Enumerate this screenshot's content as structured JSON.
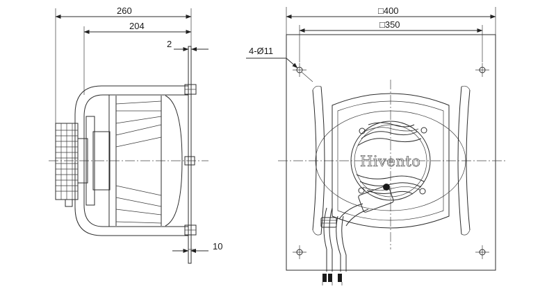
{
  "side_view": {
    "dim_overall_length": "260",
    "dim_impeller_length": "204",
    "dim_plate_thickness": "2",
    "dim_bottom_offset": "10"
  },
  "front_view": {
    "dim_plate_size": "□400",
    "dim_hole_spacing": "□350",
    "dim_mount_holes": "4-Ø11",
    "brand_label": "Hivento"
  }
}
